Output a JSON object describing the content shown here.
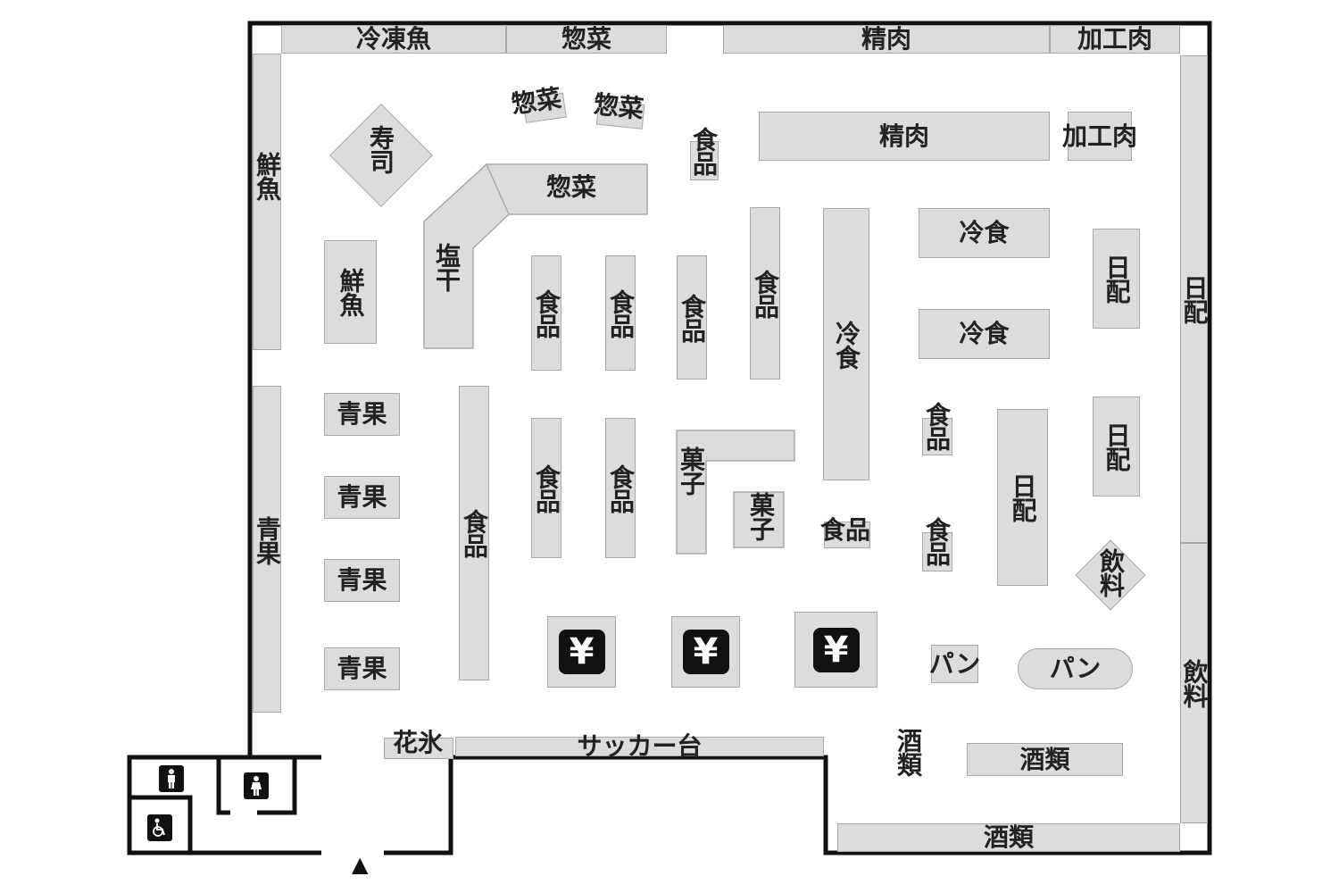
{
  "colors": {
    "shelf": "#dcdcdc",
    "shelf_border": "#a8a8a8",
    "wall": "#111111",
    "text": "#222222"
  },
  "shelves": {
    "frozen_fish": "冷凍魚",
    "deli_top": "惣菜",
    "meat_top": "精肉",
    "processed_meat_top": "加工肉",
    "deli_a": "惣菜",
    "deli_b": "惣菜",
    "sushi": "寿司",
    "deli_c": "惣菜",
    "fresh_fish_wall": "鮮魚",
    "fresh_fish": "鮮魚",
    "salted_dried": "塩干",
    "food_1": "食品",
    "meat_mid": "精肉",
    "processed_meat_mid": "加工肉",
    "food_2": "食品",
    "food_3": "食品",
    "food_4": "食品",
    "food_5": "食品",
    "frozen_food_col": "冷食",
    "frozen_food_1": "冷食",
    "frozen_food_2": "冷食",
    "daily_1": "日配",
    "daily_wall": "日配",
    "produce_wall": "青果",
    "produce_1": "青果",
    "produce_2": "青果",
    "produce_3": "青果",
    "produce_4": "青果",
    "food_long": "食品",
    "food_6": "食品",
    "food_7": "食品",
    "snacks_1": "菓子",
    "snacks_2": "菓子",
    "food_8": "食品",
    "food_9": "食品",
    "food_10": "食品",
    "daily_2": "日配",
    "daily_3": "日配",
    "drinks_1": "飲料",
    "drinks_wall": "飲料",
    "bread_1": "パン",
    "bread_2": "パン",
    "flowers_ice": "花氷",
    "sacker_table": "サッカー台",
    "liquor_1": "酒類",
    "liquor_2": "酒類",
    "liquor_3": "酒類"
  },
  "registers": {
    "symbol": "¥"
  },
  "restrooms": {
    "male": "male-icon",
    "female": "female-icon",
    "accessible": "wheelchair-icon"
  },
  "entrance": {
    "symbol": "▲"
  }
}
